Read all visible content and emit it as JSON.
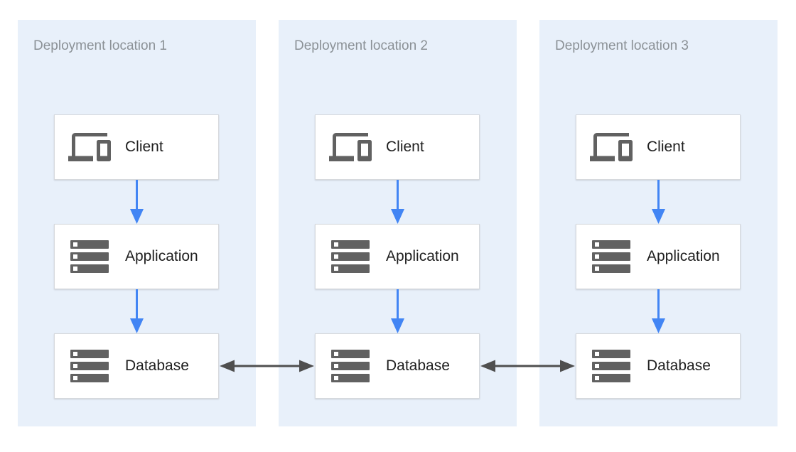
{
  "diagram": {
    "locations": [
      {
        "title": "Deployment location 1",
        "nodes": [
          {
            "label": "Client",
            "icon": "devices-icon"
          },
          {
            "label": "Application",
            "icon": "server-stack-icon"
          },
          {
            "label": "Database",
            "icon": "server-stack-icon"
          }
        ]
      },
      {
        "title": "Deployment location 2",
        "nodes": [
          {
            "label": "Client",
            "icon": "devices-icon"
          },
          {
            "label": "Application",
            "icon": "server-stack-icon"
          },
          {
            "label": "Database",
            "icon": "server-stack-icon"
          }
        ]
      },
      {
        "title": "Deployment location 3",
        "nodes": [
          {
            "label": "Client",
            "icon": "devices-icon"
          },
          {
            "label": "Application",
            "icon": "server-stack-icon"
          },
          {
            "label": "Database",
            "icon": "server-stack-icon"
          }
        ]
      }
    ],
    "connections": {
      "vertical": "client-to-application-to-database",
      "horizontal": "database-to-database-bidirectional"
    },
    "colors": {
      "panel_bg": "#e8f0fa",
      "accent_blue": "#4285f4",
      "arrow_dark": "#4f4f4f",
      "icon_gray": "#616161",
      "title_gray": "#8b9196",
      "node_border": "#d6d9dd",
      "label_color": "#1f1f1f"
    }
  }
}
